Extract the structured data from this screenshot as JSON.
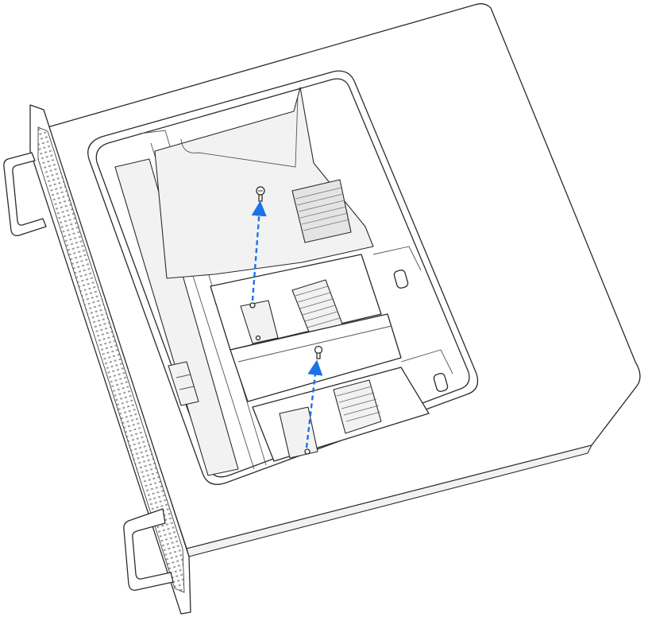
{
  "illustration": {
    "subject": "",
    "colors": {
      "outline": "#2b2b2b",
      "arrow": "#1a73e8",
      "background": "#ffffff",
      "shading": "#f2f2f2"
    },
    "arrows": [
      {
        "name": "upper-module-screw-arrow",
        "direction": "up"
      },
      {
        "name": "lower-module-screw-arrow",
        "direction": "up"
      }
    ]
  }
}
